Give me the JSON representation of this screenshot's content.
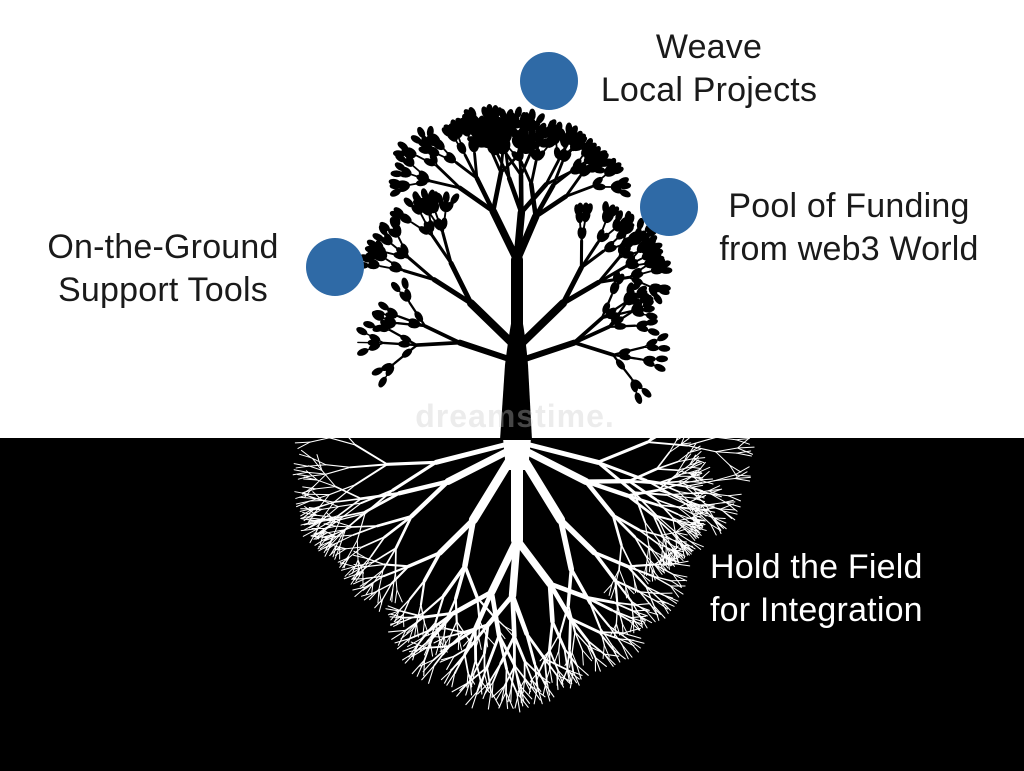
{
  "colors": {
    "node": "#2f6aa6",
    "ground": "#000000",
    "sky": "#ffffff",
    "tree": "#000000",
    "roots": "#ffffff"
  },
  "labels": {
    "weave": {
      "line1": "Weave",
      "line2": "Local Projects"
    },
    "funding": {
      "line1": "Pool of Funding",
      "line2": "from web3 World"
    },
    "support": {
      "line1": "On-the-Ground",
      "line2": "Support Tools"
    },
    "field": {
      "line1": "Hold the Field",
      "line2": "for Integration"
    }
  },
  "watermark": "dreamstime."
}
